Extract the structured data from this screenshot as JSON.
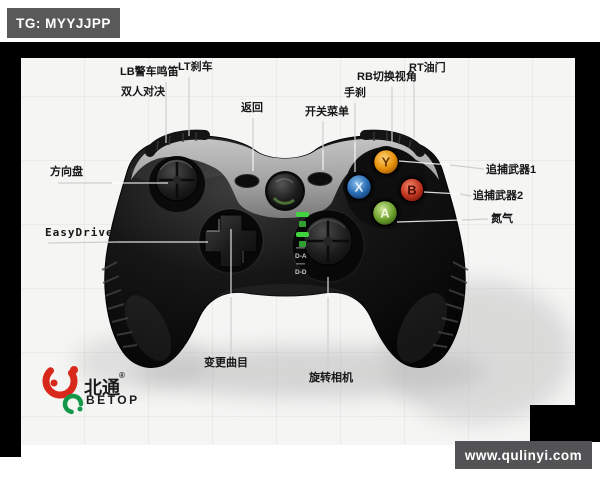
{
  "frame": {
    "top_left_badge": "TG: MYYJJPP",
    "bottom_right_badge": "www.qulinyi.com"
  },
  "annotations": {
    "lb": "LB警车鸣笛",
    "lt": "LT刹车",
    "duel": "双人对决",
    "back": "返回",
    "menu": "开关菜单",
    "handbrake": "手刹",
    "rb": "RB切换视角",
    "rt": "RT油门",
    "steering": "方向盘",
    "easydrive": "EasyDrive",
    "weapon1": "追捕武器1",
    "weapon2": "追捕武器2",
    "nitro": "氮气",
    "track": "变更曲目",
    "camera": "旋转相机"
  },
  "controller": {
    "face_buttons": {
      "a": "A",
      "b": "B",
      "x": "X",
      "y": "Y"
    },
    "indicators": [
      "D-A",
      "D-D"
    ]
  },
  "logo": {
    "cn": "北通",
    "en": "BETOP",
    "reg": "®"
  },
  "colors": {
    "badge_bg": "#58585a",
    "button_a": "#6fa32e",
    "button_b": "#c23520",
    "button_x": "#2a6db5",
    "button_y": "#e8920a",
    "led_green": "#3fd43f",
    "logo_red": "#d8281c",
    "logo_green": "#13984a",
    "annotation_line": "#d2d2d2"
  }
}
